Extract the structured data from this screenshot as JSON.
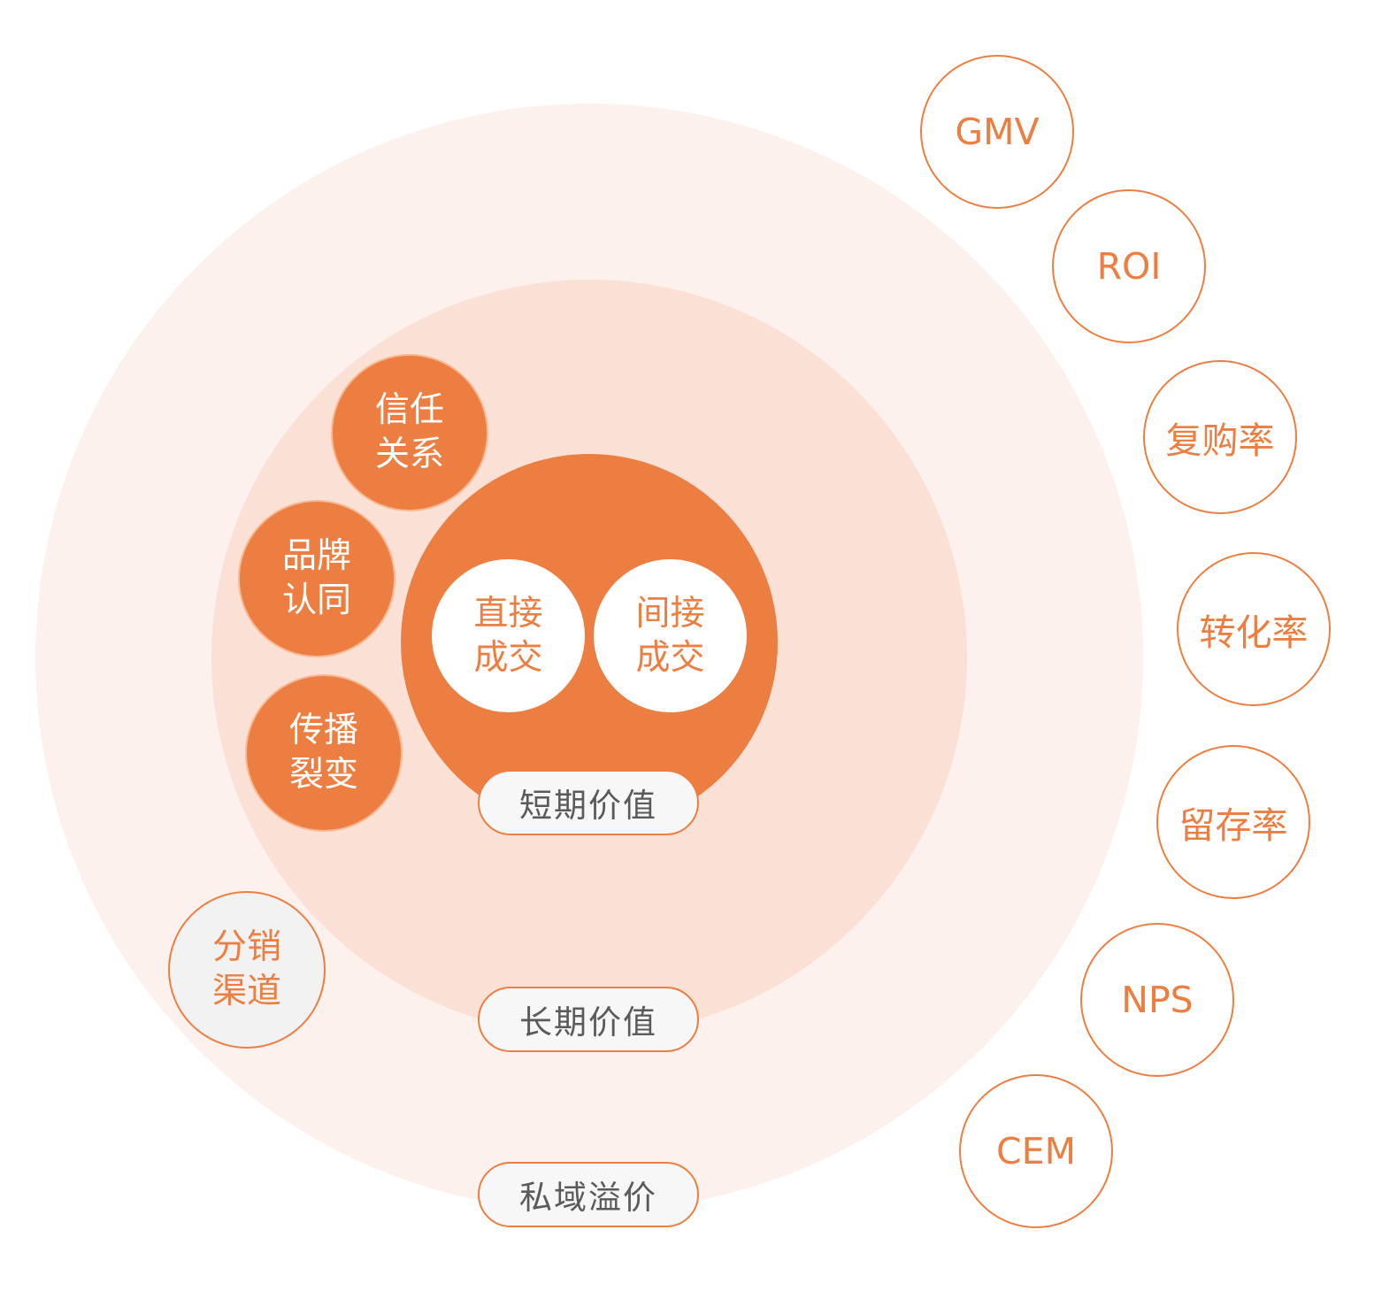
{
  "colors": {
    "accent": "#ed7e41",
    "outer_ring": "#fcf1ed",
    "middle_ring": "#fae0d5",
    "pill_background": "#f7f7f7",
    "pill_text": "#5a5a5a",
    "grey_bubble": "#f2f2f2"
  },
  "core": {
    "direct": [
      "直接",
      "成交"
    ],
    "indirect": [
      "间接",
      "成交"
    ]
  },
  "value_bubbles": {
    "trust": [
      "信任",
      "关系"
    ],
    "brand": [
      "品牌",
      "认同"
    ],
    "viral": [
      "传播",
      "裂变"
    ],
    "distribution": [
      "分销",
      "渠道"
    ]
  },
  "pills": {
    "short_term": "短期价值",
    "long_term": "长期价值",
    "private_premium": "私域溢价"
  },
  "metrics": [
    "GMV",
    "ROI",
    "复购率",
    "转化率",
    "留存率",
    "NPS",
    "CEM"
  ]
}
